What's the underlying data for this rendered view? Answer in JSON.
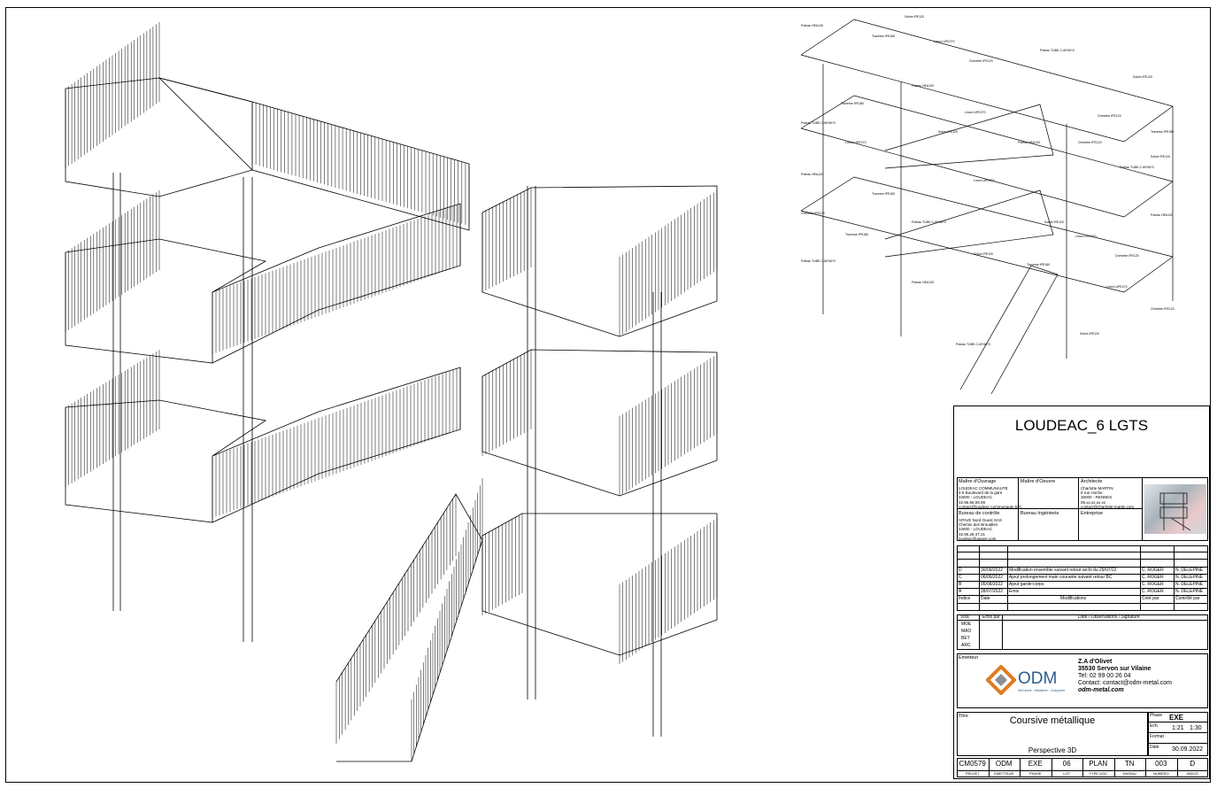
{
  "project_title": "LOUDEAC_6 LGTS",
  "parties": {
    "maitre_ouvrage_label": "Maître d'Ouvrage",
    "maitre_ouvrage_lines": [
      "LOUDEAC COMMUNAUTE",
      "4-6 Boulevard de la gare",
      "22600 - LOUDEAC",
      "02.96.66.09.09",
      "contact@loudeac-communaute.bzh"
    ],
    "maitre_oeuvre_label": "Maître d'Oeuvre",
    "architecte_label": "Architecte",
    "architecte_lines": [
      "Charlotte MARTIN",
      "8 rue Hoche",
      "35000 - RENNES",
      "06.xx.xx.xx.xx",
      "contact@charlotte-martin.com"
    ],
    "bureau_controle_label": "Bureau de contrôle",
    "bureau_controle_lines": [
      "APAVE Nord Ouest SAS",
      "Chemin des Broualles",
      "22600 - LOUDEAC",
      "02.96.28.47.21",
      "loudeac@apave.com"
    ],
    "bureau_ingenierie_label": "Bureau Ingénierie",
    "entreprise_label": "Entreprise"
  },
  "revisions": [
    {
      "indice": "D",
      "date": "30/09/2022",
      "modif": "Modification ensemble suivant retour archi du 29/07/22",
      "cree": "C. ROGER",
      "controle": "N. DELEPINE"
    },
    {
      "indice": "C",
      "date": "06/09/2022",
      "modif": "Ajout prolongement main courante suivant retour BC",
      "cree": "C. ROGER",
      "controle": "N. DELEPINE"
    },
    {
      "indice": "B",
      "date": "05/08/2022",
      "modif": "Ajout garde-corps",
      "cree": "C. ROGER",
      "controle": "N. DELEPINE"
    },
    {
      "indice": "A",
      "date": "28/07/2022",
      "modif": "Emis",
      "cree": "C. ROGER",
      "controle": "N. DELEPINE"
    }
  ],
  "revision_headers": {
    "indice": "Indice",
    "date": "Date",
    "modif": "Modifications",
    "cree": "Créé par",
    "controle": "Contrôlé par"
  },
  "visa": {
    "header_visa": "Visa",
    "header_emis": "Emis par",
    "header_date": "Date / Observations / Signature",
    "rows": [
      "MOE",
      "MAO",
      "BET",
      "ARC"
    ]
  },
  "emetteur": {
    "label": "Emetteur",
    "logo_text": "ODM",
    "logo_sub": "Serrurerie - Métallerie - Charpente",
    "address_lines": [
      "Z.A d'Olivet",
      "35530 Servon sur Vilaine",
      "Tel: 02 99 00 26 04",
      "Contact: contact@odm-metal.com",
      "odm-metal.com"
    ]
  },
  "titre": {
    "label": "Titre",
    "main": "Coursive métallique",
    "sub": "Perspective 3D"
  },
  "meta": {
    "phase_label": "Phase",
    "phase": "EXE",
    "ech_label": "Ech.",
    "ech1": "1:21",
    "ech2": "1:30",
    "format_label": "Format",
    "date_label": "Date",
    "date": "30.09.2022"
  },
  "codes": [
    {
      "value": "CM0579",
      "label": "PROJET"
    },
    {
      "value": "ODM",
      "label": "EMETTEUR"
    },
    {
      "value": "EXE",
      "label": "PHASE"
    },
    {
      "value": "06",
      "label": "LOT"
    },
    {
      "value": "PLAN",
      "label": "TYPE DOC"
    },
    {
      "value": "TN",
      "label": "NIVEAU"
    },
    {
      "value": "003",
      "label": "NUMERO"
    },
    {
      "value": "D",
      "label": "INDICE"
    }
  ],
  "tags": [
    "Solive IPE120",
    "Poteau HEA120",
    "Traverse IPE180",
    "Limon UPE270",
    "Chevêtre IPE120",
    "Poteau TUBE-C-60*60*3"
  ]
}
